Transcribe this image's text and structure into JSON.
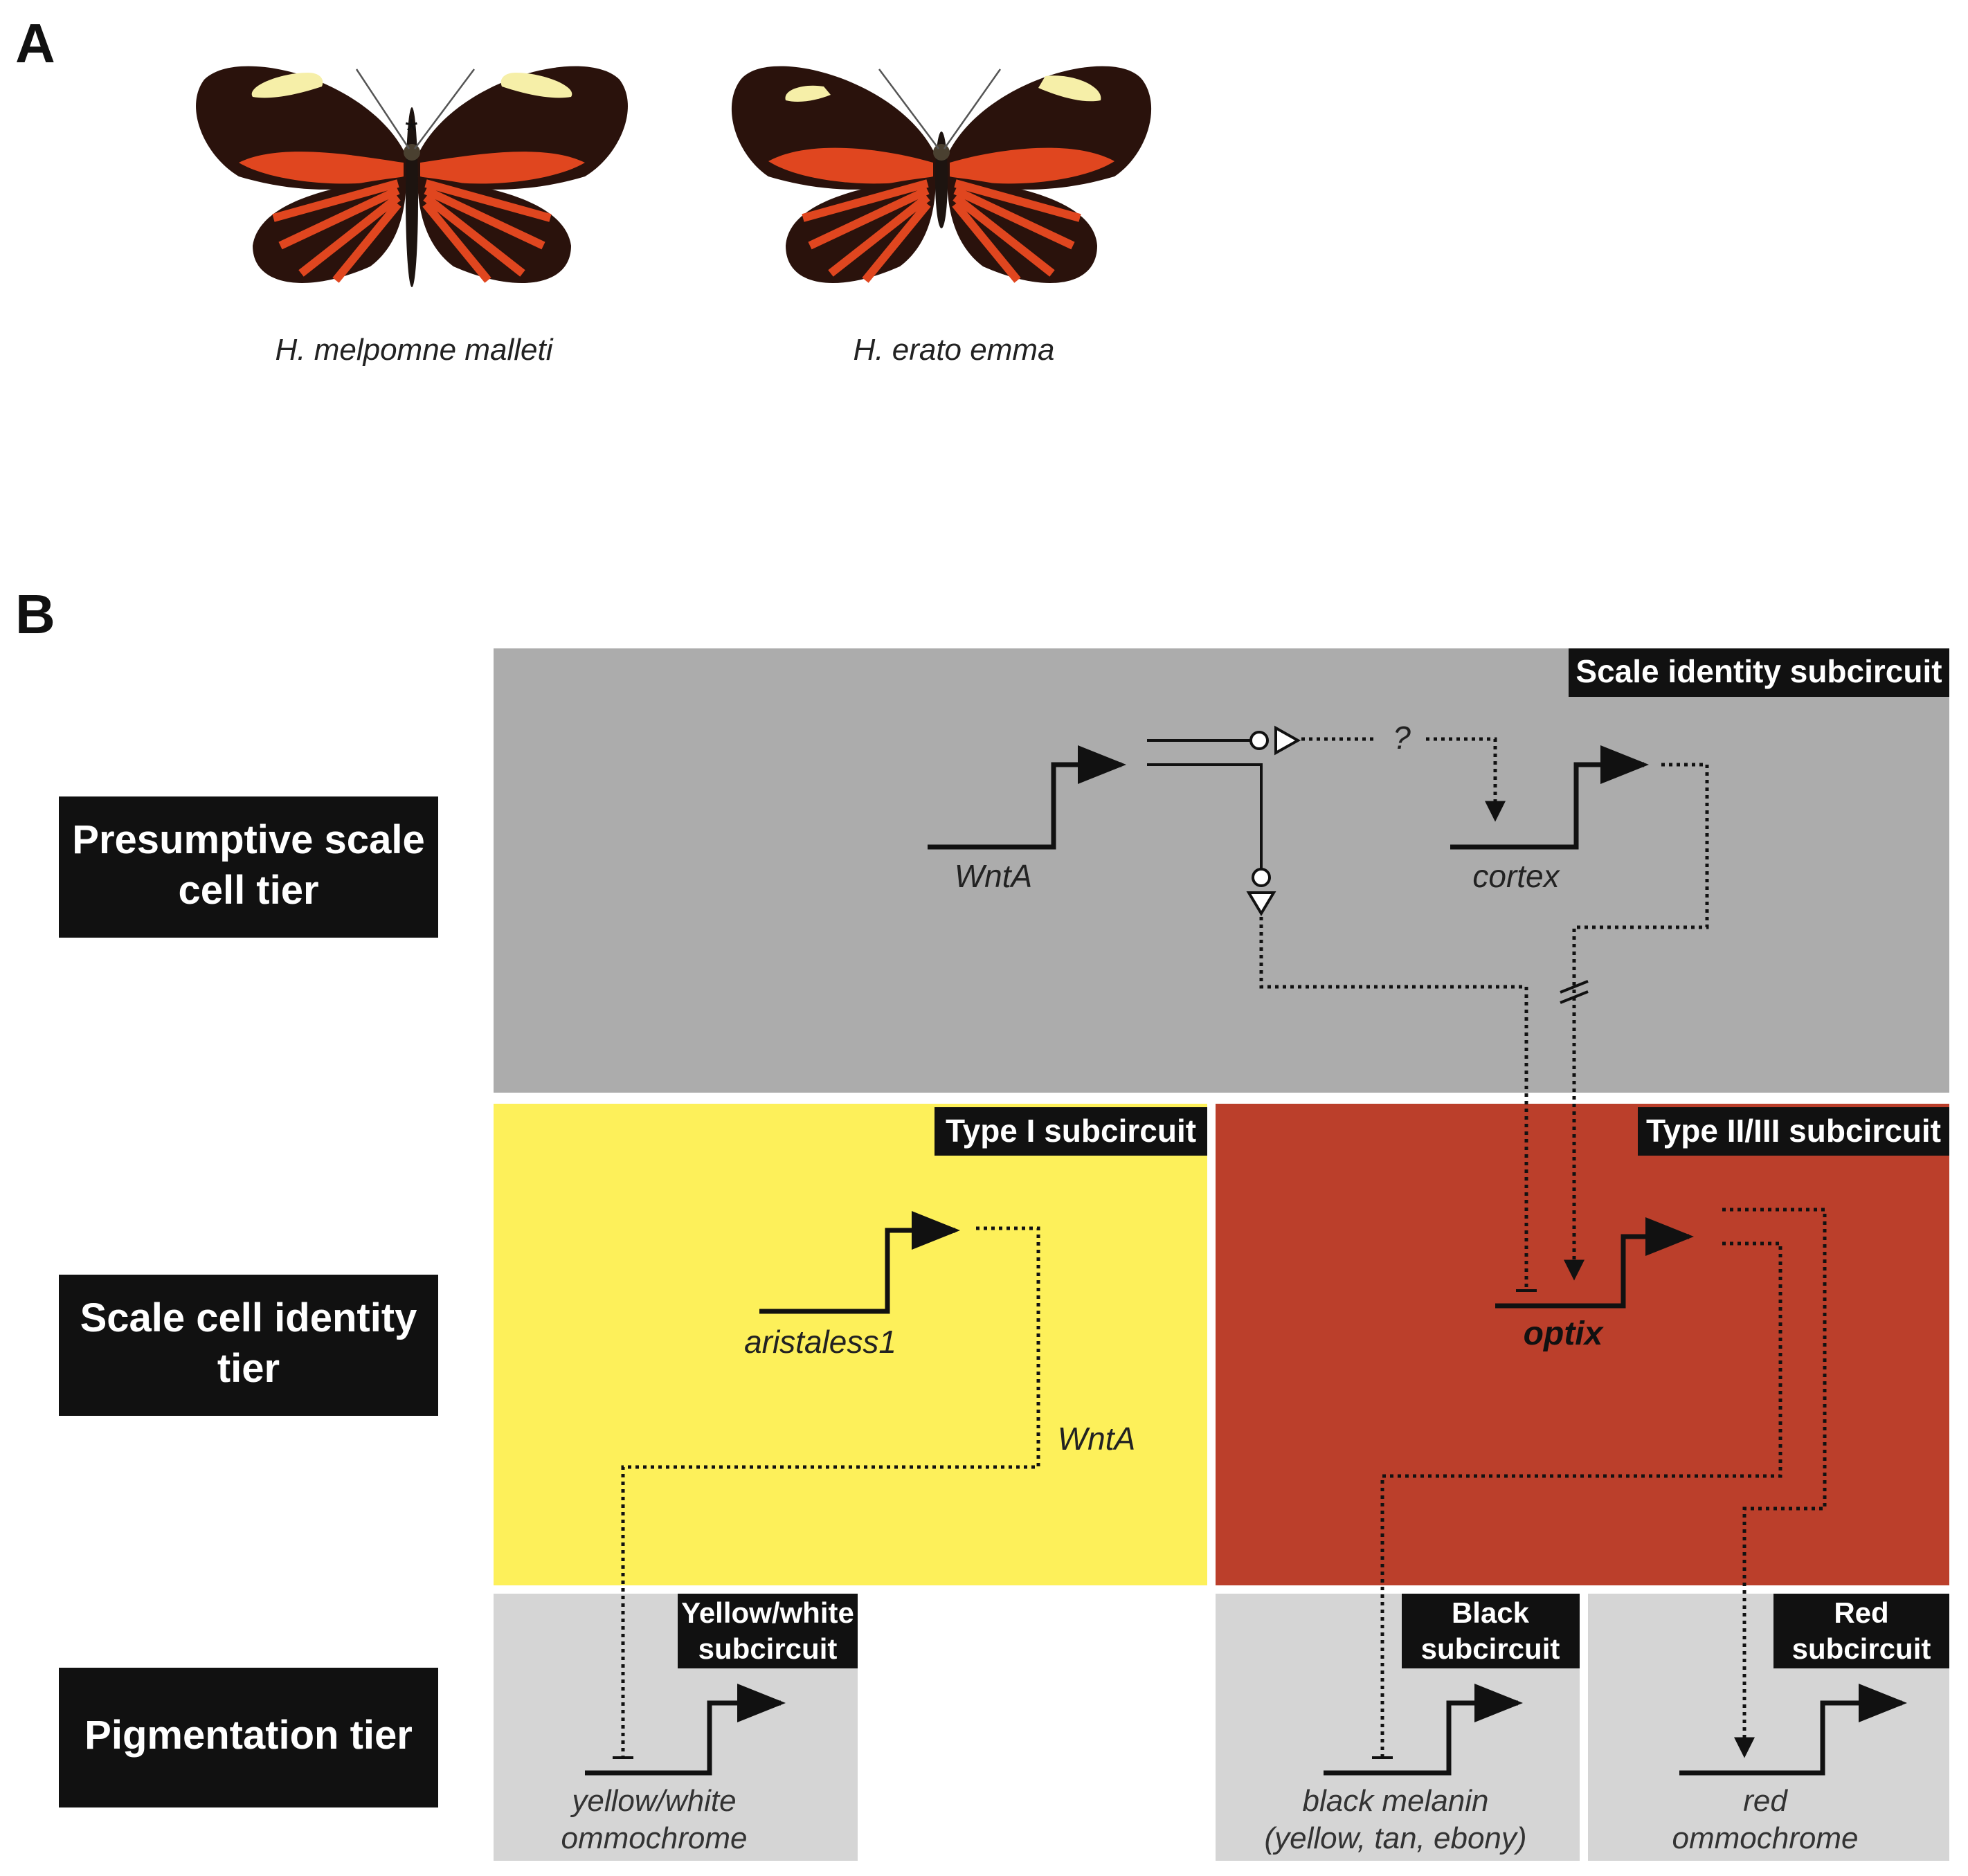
{
  "panel_a": {
    "letter": "A",
    "asterisk": "*",
    "species": [
      "H. melpomne malleti",
      "H. erato emma"
    ],
    "colors": {
      "wing_black": "#2a120c",
      "wing_red": "#e0461f",
      "wing_yellow": "#f6efa8"
    }
  },
  "panel_b": {
    "letter": "B",
    "tiers": [
      {
        "lines": [
          "Presumptive scale",
          "cell tier"
        ]
      },
      {
        "lines": [
          "Scale cell identity",
          "tier"
        ]
      },
      {
        "lines": [
          "Pigmentation tier"
        ]
      }
    ],
    "subcircuits": {
      "scale_identity": {
        "title": "Scale identity subcircuit",
        "color": "#acacac"
      },
      "type1": {
        "title": "Type I subcircuit",
        "color": "#fdf05a"
      },
      "type23": {
        "title": "Type II/III subcircuit",
        "color": "#bb3f2b"
      },
      "yellow_white": {
        "lines": [
          "Yellow/white",
          "subcircuit"
        ],
        "color": "#d5d5d5"
      },
      "black": {
        "lines": [
          "Black",
          "subcircuit"
        ],
        "color": "#d5d5d5"
      },
      "red": {
        "lines": [
          "Red",
          "subcircuit"
        ],
        "color": "#d5d5d5"
      }
    },
    "genes": {
      "wnta_top": "WntA",
      "cortex": "cortex",
      "question": "?",
      "aristaless": "aristaless1",
      "wnta_mid": "WntA",
      "optix": "optix"
    },
    "pigments": {
      "yellow_white": [
        "yellow/white",
        "ommochrome"
      ],
      "black": [
        "black melanin",
        "(yellow, tan, ebony)"
      ],
      "red": [
        "red",
        "ommochrome"
      ]
    }
  }
}
